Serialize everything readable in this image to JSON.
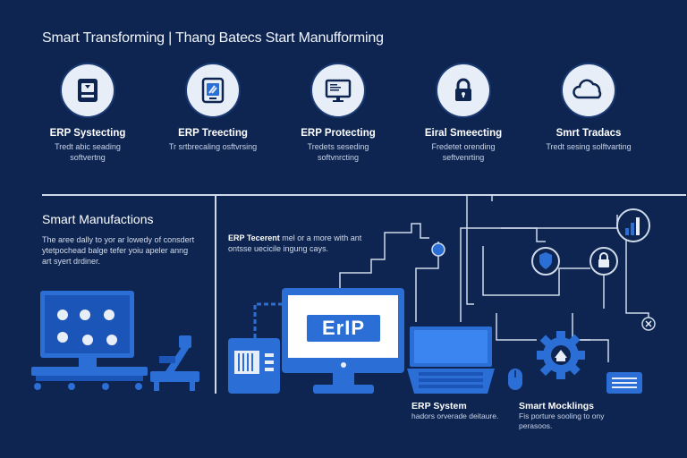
{
  "header": {
    "title": "Smart Transforming  |  Thang Batecs Start Manufforming"
  },
  "features": [
    {
      "title": "ERP Systecting",
      "desc": "Tredt abic seading softvertng",
      "icon": "server-icon"
    },
    {
      "title": "ERP Treecting",
      "desc": "Tr srtbrecaling osftvrsing",
      "icon": "tablet-icon"
    },
    {
      "title": "ERP Protecting",
      "desc": "Tredets seseding softvnrcting",
      "icon": "monitor-icon"
    },
    {
      "title": "Eiral Smeecting",
      "desc": "Fredetet orending seftvenrting",
      "icon": "lock-icon"
    },
    {
      "title": "Smrt Tradacs",
      "desc": "Tredt sesing solftvarting",
      "icon": "cloud-icon"
    }
  ],
  "left_section": {
    "title": "Smart Manufactions",
    "desc": "The aree dally to yor ar lowedy of consdert ytetpochead balge tefer yoiu apeler anng art syert drdiner."
  },
  "middle_section": {
    "heading": "ERP Tecerent",
    "desc": "mel or a more with ant ontsse uecicile ingung cays."
  },
  "erp_screen": {
    "label": "ErIP"
  },
  "erp_system": {
    "title": "ERP System",
    "desc": "hadors orverade deitaure."
  },
  "smart_mocklings": {
    "title": "Smart Mocklings",
    "desc": "Fis porture sooling to ony perasoos."
  },
  "colors": {
    "background": "#0d2550",
    "accent": "#2b6fd6",
    "icon_bg": "#e8eef8",
    "line": "#cfd9ea"
  }
}
